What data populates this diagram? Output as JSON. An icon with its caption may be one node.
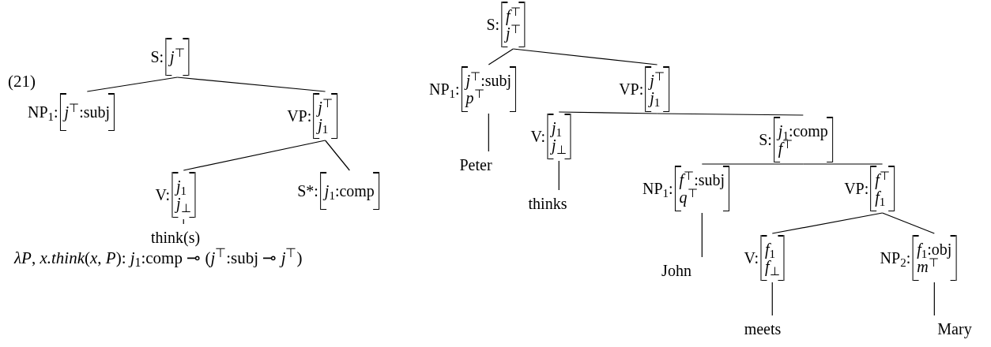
{
  "diagram": {
    "nodes": [
      {
        "text": [
          "S:",
          "*j*$^{⊤}$"
        ]
      },
      {
        "text": [
          "NP$_{1}$:",
          "*j*$^{⊤}$:subj"
        ]
      },
      {
        "text": [
          "VP:",
          "*j*$^{⊤}$",
          "*j*$_{1}$"
        ]
      },
      {
        "text": [
          "V:",
          "*j*$_{1}$",
          "*j*$_{⊥}$"
        ]
      },
      {
        "text": [
          "S*:",
          "*j*$_{1}$:comp"
        ]
      },
      {
        "text": [
          "think(s)"
        ]
      },
      {
        "text": [
          "S:",
          "*f*$^{⊤}$",
          "*j*$^{⊤}$"
        ]
      },
      {
        "text": [
          "NP$_{1}$:",
          "*j*$^{⊤}$:subj",
          "*p*$^{⊤}$"
        ]
      },
      {
        "text": [
          "VP:",
          "*j*$^{⊤}$",
          "*j*$_{1}$"
        ]
      },
      {
        "text": [
          "Peter"
        ]
      },
      {
        "text": [
          "V:",
          "*j*$_{1}$",
          "*j*$_{⊥}$"
        ]
      },
      {
        "text": [
          "S:",
          "*j*$_{1}$:comp",
          "*f*$^{⊤}$"
        ]
      },
      {
        "text": [
          "thinks"
        ]
      },
      {
        "text": [
          "NP$_{1}$:",
          "*f*$^{⊤}$:subj",
          "*q*$^{⊤}$"
        ]
      },
      {
        "text": [
          "VP:",
          "*f*$^{⊤}$",
          "*f*$_{1}$"
        ]
      },
      {
        "text": [
          "John"
        ]
      },
      {
        "text": [
          "V:",
          "*f*$_{1}$",
          "*f*$_{⊥}$"
        ]
      },
      {
        "text": [
          "NP$_{2}$:",
          "*f*$_{1}$:obj",
          "*m*$^{⊤}$"
        ]
      },
      {
        "text": [
          "meets"
        ]
      },
      {
        "text": [
          "Mary"
        ]
      }
    ],
    "edges": [
      {
        "from": 0,
        "to": 1,
        "arrow": "none"
      },
      {
        "from": 0,
        "to": 2,
        "arrow": "none"
      },
      {
        "from": 2,
        "to": 3,
        "arrow": "none"
      },
      {
        "from": 2,
        "to": 4,
        "arrow": "none"
      },
      {
        "from": 3,
        "to": 5,
        "arrow": "none"
      },
      {
        "from": 6,
        "to": 7,
        "arrow": "none"
      },
      {
        "from": 6,
        "to": 8,
        "arrow": "none"
      },
      {
        "from": 7,
        "to": 9,
        "arrow": "none"
      },
      {
        "from": 8,
        "to": 10,
        "arrow": "none"
      },
      {
        "from": 8,
        "to": 11,
        "arrow": "none"
      },
      {
        "from": 10,
        "to": 12,
        "arrow": "none"
      },
      {
        "from": 11,
        "to": 13,
        "arrow": "none"
      },
      {
        "from": 11,
        "to": 14,
        "arrow": "none"
      },
      {
        "from": 13,
        "to": 15,
        "arrow": "none"
      },
      {
        "from": 14,
        "to": 16,
        "arrow": "none"
      },
      {
        "from": 14,
        "to": 17,
        "arrow": "none"
      },
      {
        "from": 16,
        "to": 18,
        "arrow": "none"
      },
      {
        "from": 17,
        "to": 19,
        "arrow": "none"
      }
    ],
    "labels": [
      "(21)",
      "*λP*, *x.think*(*x*, *P*): *j*$_{1}$:comp ⊸ (*j*$^{⊤}$:subj ⊸ *j*$^{⊤}$)"
    ]
  }
}
